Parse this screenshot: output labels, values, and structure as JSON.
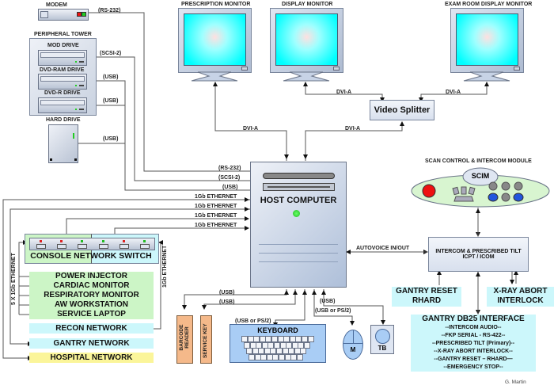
{
  "devices": {
    "modem": {
      "title": "MODEM",
      "link": "(RS-232)"
    },
    "peripheral_tower": {
      "title": "PERIPHERAL TOWER",
      "drives": [
        {
          "title": "MOD DRIVE",
          "link": "(SCSI-2)"
        },
        {
          "title": "DVD-RAM DRIVE",
          "link": "(USB)"
        },
        {
          "title": "DVD-R DRIVE",
          "link": "(USB)"
        }
      ]
    },
    "hard_drive": {
      "title": "HARD DRIVE",
      "link": "(USB)"
    },
    "monitors": [
      {
        "title": "PRESCRIPTION MONITOR",
        "link": "DVI-A"
      },
      {
        "title": "DISPLAY MONITOR",
        "link": "DVI-A"
      },
      {
        "title": "EXAM ROOM DISPLAY MONITOR",
        "link": "DVI-A"
      }
    ],
    "video_splitter": {
      "title": "Video Splitter",
      "link_from_host": "DVI-A"
    },
    "host_computer": {
      "title": "HOST COMPUTER",
      "inputs": [
        "(RS-232)",
        "(SCSI-2)",
        "(USB)",
        "1Gb ETHERNET",
        "1Gb ETHERNET",
        "1Gb ETHERNET",
        "1Gb ETHERNET"
      ],
      "status_led_color": "#22cc22"
    },
    "console_switch": {
      "title": "CONSOLE NETWORK SWITCH",
      "left_link": "5 X 1Gb ETHERNET",
      "right_link": "1Gb ETHERNET",
      "port_colors": [
        "#dd2222",
        "#dd2222",
        "#22bb22",
        "#22bb22",
        "#dd2222",
        "#22bb22"
      ]
    },
    "switch_clients": [
      "POWER INJECTOR",
      "CARDIAC MONITOR",
      "RESPIRATORY MONITOR",
      "AW WORKSTATION",
      "SERVICE LAPTOP"
    ],
    "networks": [
      {
        "name": "RECON NETWORK",
        "color": "#ccf7fb"
      },
      {
        "name": "GANTRY NETWORK",
        "color": "#ccf7fb"
      },
      {
        "name": "HOSPITAL NETWORK",
        "color": "#fbf59a"
      }
    ],
    "peripherals_bottom": {
      "barcode_reader": {
        "title": "BARCODE READER",
        "link": "(USB)"
      },
      "service_key": {
        "title": "SERVICE KEY",
        "link": "(USB)"
      },
      "keyboard": {
        "title": "KEYBOARD",
        "link": "(USB or PS/2)"
      },
      "mouse": {
        "title": "M",
        "link": "(USB or PS/2)"
      },
      "trackball": {
        "title": "TB",
        "link": "(USB)"
      }
    },
    "scim": {
      "section_title": "SCAN CONTROL & INTERCOM MODULE",
      "badge": "SCIM"
    },
    "icpt": {
      "line1": "INTERCOM & PRESCRIBED TILT",
      "line2": "ICPT / ICOM",
      "link_from_host": "AUTOVOICE IN/OUT"
    },
    "gantry_reset": {
      "line1": "GANTRY RESET",
      "line2": "RHARD"
    },
    "xray_abort": {
      "line1": "X-RAY ABORT",
      "line2": "INTERLOCK"
    },
    "gantry_db25": {
      "title": "GANTRY DB25 INTERFACE",
      "lines": [
        "--INTERCOM AUDIO--",
        "--FKP SERIAL - RS-422--",
        "--PRESCRIBED TILT (Primary)--",
        "--X-RAY ABORT INTERLOCK--",
        "--GANTRY RESET – RHARD—",
        "--EMERGENCY STOP--"
      ]
    }
  },
  "credit": "G. Martin",
  "colors": {
    "screen": "#00ffff",
    "device_blue": "#c7d3e6",
    "cyan_panel": "#ccf7fb",
    "green_panel": "#ccf5c6",
    "hospital_yellow": "#fbf59a",
    "orange_device": "#f5b98a",
    "keyboard_blue": "#a9cdf5",
    "scim_green": "#d8f5d0",
    "red_button": "#ee1111",
    "blue_button": "#2255dd"
  }
}
